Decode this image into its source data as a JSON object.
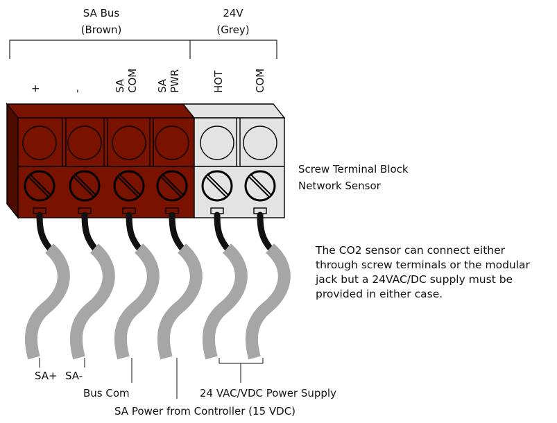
{
  "groups": [
    {
      "name": "SA Bus",
      "color_name": "(Brown)"
    },
    {
      "name": "24V",
      "color_name": "(Grey)"
    }
  ],
  "terminals": [
    {
      "label": [
        "+"
      ]
    },
    {
      "label": [
        "-"
      ]
    },
    {
      "label": [
        "SA",
        "COM"
      ]
    },
    {
      "label": [
        "SA",
        "PWR"
      ]
    },
    {
      "label": [
        "HOT"
      ]
    },
    {
      "label": [
        "COM"
      ]
    }
  ],
  "block_title": {
    "line1": "Screw Terminal Block",
    "line2": "Network Sensor"
  },
  "note_lines": [
    "The CO2 sensor can connect either",
    "through screw terminals or the modular",
    "jack but a 24VAC/DC supply must be",
    "provided in either case."
  ],
  "wire_labels": {
    "sa_plus": "SA+",
    "sa_minus": "SA-",
    "bus_com": "Bus Com",
    "power_supply": "24 VAC/VDC Power Supply",
    "sa_power": "SA Power from Controller (15 VDC)"
  },
  "colors": {
    "brown": "#7a1200",
    "brown_dark": "#4e0b00",
    "grey": "#e3e3e3",
    "grey_dark": "#c8c8c8",
    "cable_grey": "#a6a6a6",
    "wire_black": "#111111"
  }
}
